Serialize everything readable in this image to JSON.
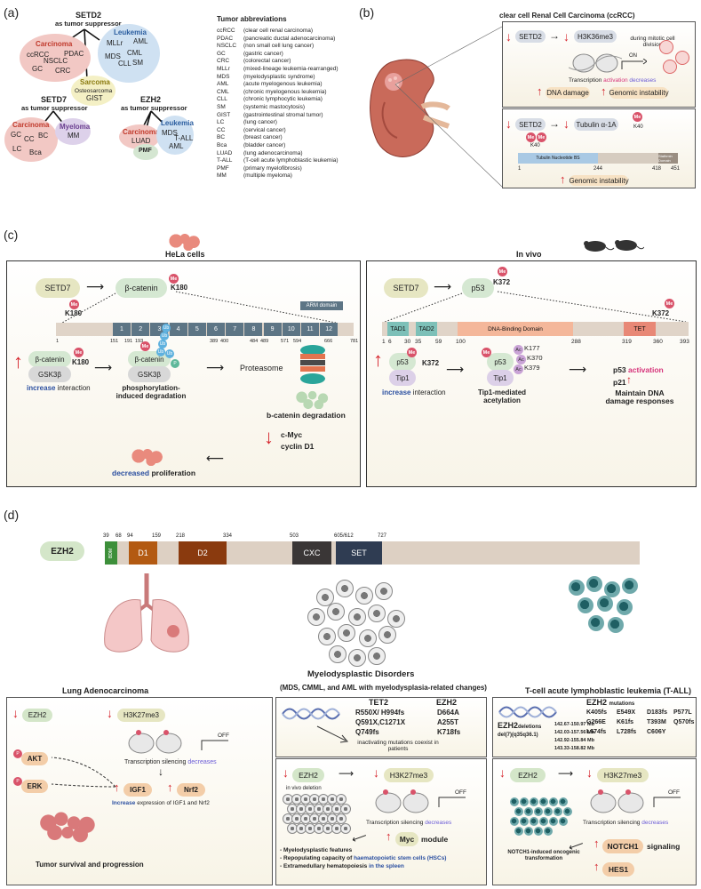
{
  "panel_letters": [
    "(a)",
    "(b)",
    "(c)",
    "(d)"
  ],
  "a": {
    "setd2_title": "SETD2",
    "setd2_sub": "as tumor suppressor",
    "carcinoma": "Carcinoma",
    "carcinoma_items": [
      "ccRCC",
      "PDAC",
      "NSCLC",
      "GC",
      "CRC"
    ],
    "leukemia": "Leukemia",
    "leukemia_items": [
      "MLLr",
      "AML",
      "CML",
      "MDS",
      "CLL",
      "SM"
    ],
    "sarcoma": "Sarcoma",
    "sarcoma_items": [
      "Osteosarcoma",
      "GIST"
    ],
    "setd7_title": "SETD7",
    "setd7_sub": "as tumor suppressor",
    "setd7_carcinoma_items": [
      "GC",
      "CC",
      "BC",
      "LC",
      "Bca"
    ],
    "myeloma": "Myeloma",
    "myeloma_items": [
      "MM"
    ],
    "ezh2_title": "EZH2",
    "ezh2_sub": "as tumor suppressor",
    "ezh2_carcinoma_items": [
      "LUAD"
    ],
    "ezh2_leukemia_items": [
      "MDS",
      "T-ALL",
      "AML"
    ],
    "pmf": "PMF",
    "abbr_title": "Tumor abbreviations",
    "abbreviations": [
      [
        "ccRCC",
        "(clear cell renal carcinoma)"
      ],
      [
        "PDAC",
        "(pancreatic ductal adenocarcinoma)"
      ],
      [
        "NSCLC",
        "(non small cell lung cancer)"
      ],
      [
        "GC",
        "(gastric cancer)"
      ],
      [
        "CRC",
        "(colorectal cancer)"
      ],
      [
        "MLLr",
        "(mixed-lineage leukemia-rearranged)"
      ],
      [
        "MDS",
        "(myelodysplastic syndrome)"
      ],
      [
        "AML",
        "(acute myelogenous leukemia)"
      ],
      [
        "CML",
        "(chronic myelogenous leukemia)"
      ],
      [
        "CLL",
        "(chronic lymphocytic leukemia)"
      ],
      [
        "SM",
        "(systemic mastocytosis)"
      ],
      [
        "GIST",
        "(gastrointestinal stromal tumor)"
      ],
      [
        "LC",
        "(lung cancer)"
      ],
      [
        "CC",
        "(cervical cancer)"
      ],
      [
        "BC",
        "(breast cancer)"
      ],
      [
        "Bca",
        "(bladder cancer)"
      ],
      [
        "LUAD",
        "(lung adenocarcinoma)"
      ],
      [
        "T-ALL",
        "(T-cell acute lymphoblastic leukemia)"
      ],
      [
        "PMF",
        "(primary myelofibrosis)"
      ],
      [
        "MM",
        "(multiple myeloma)"
      ]
    ]
  },
  "b": {
    "title": "clear cell Renal Cell Carcinoma (ccRCC)",
    "setd2": "SETD2",
    "h3k36": "H3K36me3",
    "mitotic": "during mitotic cell division",
    "on": "ON",
    "transcription": "Transcription",
    "activation": "activation",
    "decreases": "decreases",
    "dna_damage": "DNA damage",
    "genomic": "Genomic instability",
    "tubulin": "Tubulin α-1A",
    "k40": "K40",
    "me": "Me",
    "tubulin_domain": "Tubulin Nucleotide BS",
    "stath_domain": "Stathmin Domain",
    "pos": [
      "1",
      "244",
      "418",
      "451"
    ]
  },
  "c": {
    "hela_title": "HeLa cells",
    "invivo_title": "In vivo",
    "setd7": "SETD7",
    "bcat": "β-catenin",
    "k180": "K180",
    "arm": "ARM domain",
    "repeats": [
      "1",
      "2",
      "3",
      "4",
      "5",
      "6",
      "7",
      "8",
      "9",
      "10",
      "11",
      "12"
    ],
    "bpos": [
      "1",
      "151",
      "191",
      "193",
      "389",
      "400",
      "484",
      "489",
      "571",
      "594",
      "666",
      "781"
    ],
    "gsk": "GSK3β",
    "increase": "increase",
    "interaction": "interaction",
    "phospho": "phosphorylation-induced degradation",
    "proteasome": "Proteasome",
    "bdeg": "b-catenin degradation",
    "cmyc": "c-Myc",
    "cyclin": "cyclin D1",
    "decreased": "decreased",
    "prolif": "proliferation",
    "ub": "Ub",
    "p": "P",
    "p53": "p53",
    "k372": "K372",
    "tad1": "TAD1",
    "tad2": "TAD2",
    "dbd": "DNA-Binding Domain",
    "tet": "TET",
    "ppos": [
      "1",
      "6",
      "30",
      "35",
      "59",
      "100",
      "288",
      "319",
      "360",
      "393"
    ],
    "tip1": "Tip1",
    "k177": "K177",
    "k370": "K370",
    "k379": "K379",
    "ac": "Ac",
    "tip_acet": "Tip1-mediated acetylation",
    "p53act": "p53",
    "activation": "activation",
    "p21": "p21",
    "maintain": "Maintain DNA damage responses"
  },
  "d": {
    "ezh2": "EZH2",
    "domains": [
      "BDM",
      "D1",
      "D2",
      "CXC",
      "SET"
    ],
    "dpos": [
      "39",
      "68",
      "94",
      "159",
      "218",
      "334",
      "503",
      "605/612",
      "727"
    ],
    "luad_title": "Lung Adenocarcinoma",
    "mds_title": "Myelodysplastic Disorders",
    "mds_sub": "(MDS, CMML, and AML with myelodysplasia-related changes)",
    "tall_title": "T-cell acute lymphoblastic leukemia (T-ALL)",
    "h3k27": "H3K27me3",
    "off": "OFF",
    "tsilencing": "Transcription silencing",
    "decreases": "decreases",
    "akt": "AKT",
    "erk": "ERK",
    "p": "P",
    "igf1": "IGF1",
    "nrf2": "Nrf2",
    "incr": "Increase",
    "incr_rest": "expression of IGF1 and Nrf2",
    "survival": "Tumor survival and progression",
    "tet2": "TET2",
    "tet2_muts": [
      "R550X/ H994fs",
      "Q591X,C1271X",
      "Q749fs"
    ],
    "ezh2_muts_mds": [
      "D664A",
      "A255T",
      "K718fs"
    ],
    "coexist": "inactivating mutations coexist in patients",
    "invivo_del": "in vivo deletion",
    "myc": "Myc",
    "module": "module",
    "mds_bullets": [
      "- Myelodysplastic features",
      "- Repopulating capacity of",
      "haematopoietic stem cells (HSCs)",
      "- Extramedullary hematopoiesis",
      "in the spleen"
    ],
    "ezh2_del": "EZH2",
    "deletions": "deletions",
    "del7": "del(7)(q35q36.1)",
    "mb": [
      "142.67-150.97 Mb",
      "142.03-157.56 Mb",
      "142.92-155.84 Mb",
      "143.33-158.82 Mb"
    ],
    "mutations": "mutations",
    "tall_muts": [
      "K405fs",
      "E549X",
      "D183fs",
      "P577L",
      "G266E",
      "K61fs",
      "T393M",
      "Q570fs",
      "L674fs",
      "L728fs",
      "C606Y"
    ],
    "notch": "NOTCH1",
    "signaling": "signaling",
    "hes1": "HES1",
    "notch_tx": "NOTCH1-induced oncogenic transformation"
  }
}
